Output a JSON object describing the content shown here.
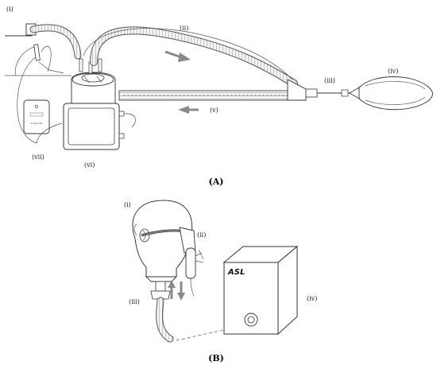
{
  "panel_a": {
    "caption": "(A)",
    "labels": {
      "i": "(i)",
      "ii": "(ii)",
      "iii": "(iii)",
      "iv": "(iv)",
      "v": "(v)",
      "vi": "(vi)",
      "vii": "(vii)"
    },
    "device_text": "Inspire RC"
  },
  "panel_b": {
    "caption": "(B)",
    "labels": {
      "i": "(i)",
      "ii": "(ii)",
      "iii": "(iii)",
      "iv": "(iv)"
    },
    "box_text": "ASL"
  },
  "colors": {
    "line": "#333333",
    "arrow": "#8a8a8a",
    "background": "#ffffff"
  }
}
